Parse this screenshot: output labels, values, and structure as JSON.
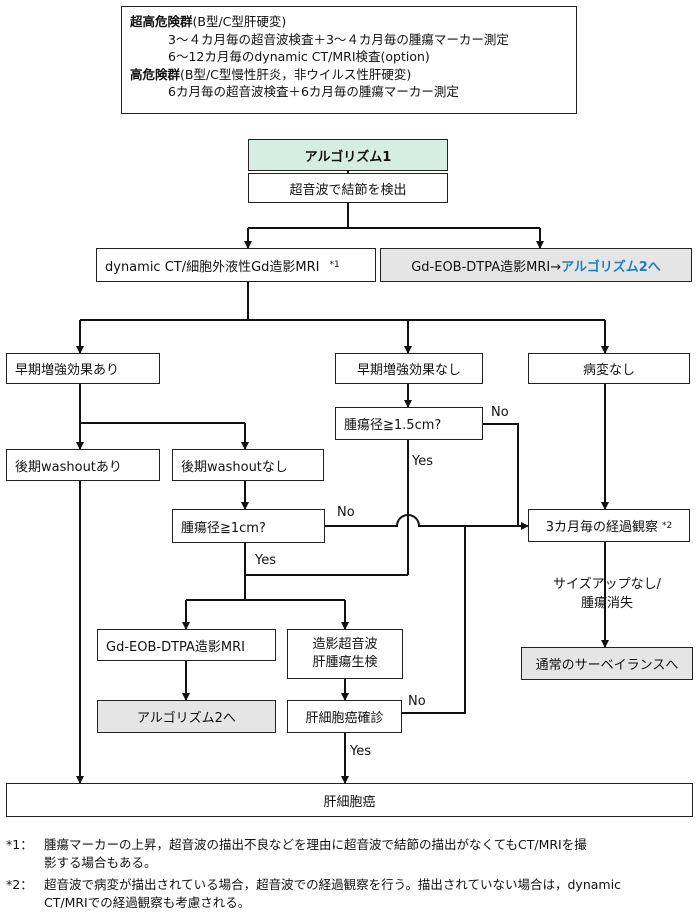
{
  "risk": {
    "very_high_title": "超高危険群",
    "very_high_note": "(B型/C型肝硬変)",
    "very_high_line1": "3～４カ月毎の超音波検査＋3～４カ月毎の腫瘍マーカー測定",
    "very_high_line2": "6～12カ月毎のdynamic CT/MRI検査(option)",
    "high_title": "高危険群",
    "high_note": "(B型/C型慢性肝炎，非ウイルス性肝硬変)",
    "high_line1": "6カ月毎の超音波検査＋6カ月毎の腫瘍マーカー測定"
  },
  "nodes": {
    "algo1": "アルゴリズム1",
    "detect": "超音波で結節を検出",
    "dynamic": "dynamic CT/細胞外液性Gd造影MRI",
    "dynamic_mark": "*1",
    "eob_route_prefix": "Gd-EOB-DTPA造影MRI→",
    "eob_route_link": "アルゴリズム2へ",
    "early_yes": "早期増強効果あり",
    "early_no": "早期増強効果なし",
    "no_lesion": "病変なし",
    "size15": "腫瘍径≧1.5cm?",
    "late_yes": "後期washoutあり",
    "late_no": "後期washoutなし",
    "size1": "腫瘍径≧1cm?",
    "followup": "3カ月毎の経過観察",
    "followup_mark": "*2",
    "eob": "Gd-EOB-DTPA造影MRI",
    "contrast_us_1": "造影超音波",
    "contrast_us_2": "肝腫瘍生検",
    "algo2": "アルゴリズム2へ",
    "hcc_confirm": "肝細胞癌確診",
    "routine": "通常のサーベイランスへ",
    "hcc": "肝細胞癌",
    "no_change_1": "サイズアップなし/",
    "no_change_2": "腫瘍消失"
  },
  "labels": {
    "no": "No",
    "yes": "Yes"
  },
  "footnotes": {
    "n1_mark": "*1：",
    "n1_line1": "腫瘍マーカーの上昇，超音波の描出不良などを理由に超音波で結節の描出がなくてもCT/MRIを撮",
    "n1_line2": "影する場合もある。",
    "n2_mark": "*2：",
    "n2_line1": "超音波で病変が描出されている場合，超音波での経過観察を行う。描出されていない場合は，dynamic",
    "n2_line2": "CT/MRIでの経過観察も考慮される。"
  }
}
